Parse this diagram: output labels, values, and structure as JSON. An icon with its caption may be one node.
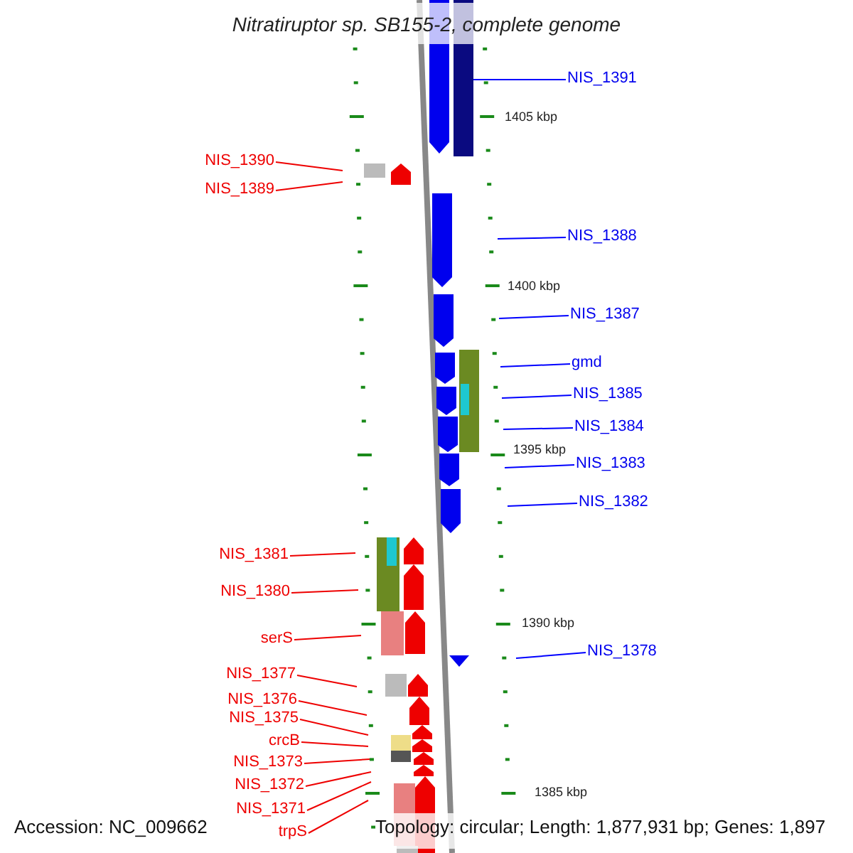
{
  "diagram": {
    "title": "Nitratiruptor sp. SB155-2, complete genome",
    "nodes": [
      {
        "text": [
          "NIS_1391"
        ]
      },
      {
        "text": [
          "NIS_1390"
        ]
      },
      {
        "text": [
          "NIS_1389"
        ]
      },
      {
        "text": [
          "NIS_1388"
        ]
      },
      {
        "text": [
          "NIS_1387"
        ]
      },
      {
        "text": [
          "gmd"
        ]
      },
      {
        "text": [
          "NIS_1385"
        ]
      },
      {
        "text": [
          "NIS_1384"
        ]
      },
      {
        "text": [
          "NIS_1383"
        ]
      },
      {
        "text": [
          "NIS_1382"
        ]
      },
      {
        "text": [
          "NIS_1381"
        ]
      },
      {
        "text": [
          "NIS_1380"
        ]
      },
      {
        "text": [
          "serS"
        ]
      },
      {
        "text": [
          "NIS_1378"
        ]
      },
      {
        "text": [
          "NIS_1377"
        ]
      },
      {
        "text": [
          "NIS_1376"
        ]
      },
      {
        "text": [
          "NIS_1375"
        ]
      },
      {
        "text": [
          "crcB"
        ]
      },
      {
        "text": [
          "NIS_1373"
        ]
      },
      {
        "text": [
          "NIS_1372"
        ]
      },
      {
        "text": [
          "NIS_1371"
        ]
      },
      {
        "text": [
          "trpS"
        ]
      },
      {
        "text": [],
        "shape": "bar"
      }
    ],
    "edges": [
      {
        "from": 0,
        "to": 22,
        "arrow": "none",
        "color": "#0000ff"
      },
      {
        "from": 1,
        "to": null,
        "arrow": "none"
      },
      {
        "from": 2,
        "to": null,
        "arrow": "none"
      },
      {
        "from": 3,
        "to": null,
        "arrow": "none",
        "color": "#0000ff"
      },
      {
        "from": 4,
        "to": null,
        "arrow": "none",
        "color": "#0000ff"
      },
      {
        "from": 5,
        "to": null,
        "arrow": "none",
        "color": "#0000ff"
      },
      {
        "from": 6,
        "to": null,
        "arrow": "none",
        "color": "#0000ff"
      },
      {
        "from": 7,
        "to": null,
        "arrow": "none",
        "color": "#0000ff"
      },
      {
        "from": 8,
        "to": null,
        "arrow": "none",
        "color": "#0000ff"
      },
      {
        "from": 9,
        "to": null,
        "arrow": "none",
        "color": "#0000ff"
      },
      {
        "from": 10,
        "to": null,
        "arrow": "none"
      },
      {
        "from": 11,
        "to": null,
        "arrow": "none"
      },
      {
        "from": 12,
        "to": null,
        "arrow": "none"
      },
      {
        "from": 13,
        "to": null,
        "arrow": "none",
        "color": "#0000ff"
      },
      {
        "from": 14,
        "to": null,
        "arrow": "none"
      },
      {
        "from": 15,
        "to": null,
        "arrow": "none"
      },
      {
        "from": 16,
        "to": null,
        "arrow": "none"
      },
      {
        "from": 17,
        "to": null,
        "arrow": "none"
      },
      {
        "from": 18,
        "to": null,
        "arrow": "none"
      },
      {
        "from": 19,
        "to": null,
        "arrow": "none"
      },
      {
        "from": 20,
        "to": null,
        "arrow": "none"
      },
      {
        "from": 21,
        "to": null,
        "arrow": "none"
      }
    ],
    "labels": [
      "1405 kbp",
      "1400 kbp",
      "1395 kbp",
      "1390 kbp",
      "1385 kbp",
      "Accession: NC_009662",
      "Topology: circular; Length: 1,877,931 bp; Genes: 1,897"
    ]
  }
}
